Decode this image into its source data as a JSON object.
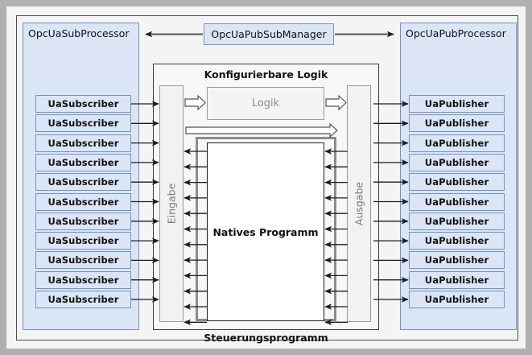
{
  "diagram": {
    "title_top_left": "OpcUaSubProcessor",
    "title_top_center": "OpcUaPubSubManager",
    "title_top_right": "OpcUaPubProcessor",
    "center_frame_title": "Konfigurierbare Logik",
    "bottom_frame_title": "Steuerungsprogramm",
    "input_column_label": "Eingabe",
    "output_column_label": "Ausgabe",
    "logic_box_label": "Logik",
    "native_program_label": "Natives Programm",
    "subscriber_label": "UaSubscriber",
    "publisher_label": "UaPublisher",
    "subscriber_count": 11,
    "publisher_count": 11,
    "colors": {
      "blue_fill": "#dbe5f5",
      "blue_stroke": "#6f93c4",
      "frame_stroke": "#3a3a3a",
      "gray_fill": "#f2f2f2",
      "gray_stroke": "#9a9a9a",
      "arrow_stroke": "#1d1d1d",
      "muted_text": "#7a7a7a",
      "page_background": "#b0b0b0",
      "panel_background": "#f4f4f4"
    },
    "subscribers": [
      "UaSubscriber",
      "UaSubscriber",
      "UaSubscriber",
      "UaSubscriber",
      "UaSubscriber",
      "UaSubscriber",
      "UaSubscriber",
      "UaSubscriber",
      "UaSubscriber",
      "UaSubscriber",
      "UaSubscriber"
    ],
    "publishers": [
      "UaPublisher",
      "UaPublisher",
      "UaPublisher",
      "UaPublisher",
      "UaPublisher",
      "UaPublisher",
      "UaPublisher",
      "UaPublisher",
      "UaPublisher",
      "UaPublisher",
      "UaPublisher"
    ]
  }
}
